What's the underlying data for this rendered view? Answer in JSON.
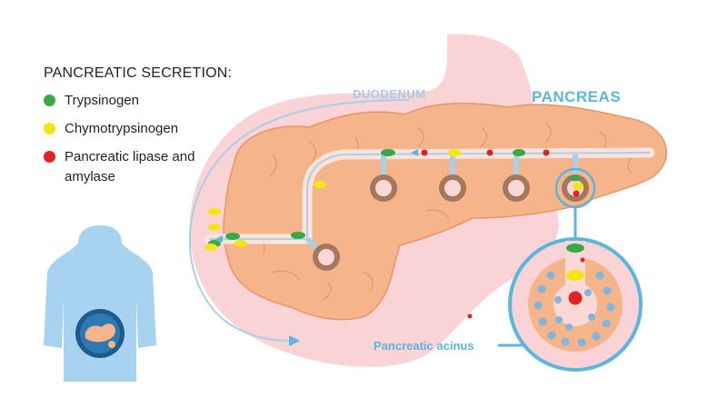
{
  "legend": {
    "title": "PANCREATIC SECRETION:",
    "items": [
      {
        "label": "Trypsinogen",
        "color": "#3aa845"
      },
      {
        "label": "Chymotrypsinogen",
        "color": "#f4e60f"
      },
      {
        "label": "Pancreatic lipase and amylase",
        "color": "#e02424"
      }
    ]
  },
  "labels": {
    "duodenum": "DUODENUM",
    "pancreas": "PANCREAS",
    "acinus": "Pancreatic acinus"
  },
  "colors": {
    "pancreas_tissue": "#f5b48a",
    "tissue_outline": "#e8946b",
    "duodenum": "#fad3d6",
    "duct": "#a9cfe9",
    "accent": "#5bb6de",
    "body_figure": "#a8d3f0"
  }
}
